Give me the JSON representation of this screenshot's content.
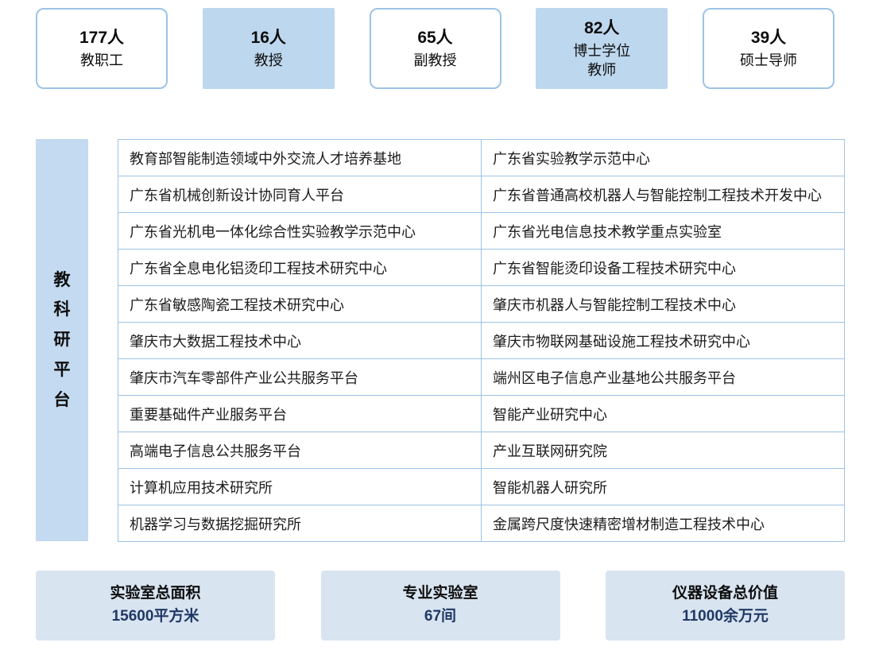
{
  "stats_top": [
    {
      "value": "177人",
      "label": "教职工"
    },
    {
      "value": "16人",
      "label": "教授"
    },
    {
      "value": "65人",
      "label": "副教授"
    },
    {
      "value": "82人",
      "label": "博士学位\n教师"
    },
    {
      "value": "39人",
      "label": "硕士导师"
    }
  ],
  "platform": {
    "side_label": "教\n科\n研\n平\n台",
    "rows": [
      [
        "教育部智能制造领域中外交流人才培养基地",
        "广东省实验教学示范中心"
      ],
      [
        "广东省机械创新设计协同育人平台",
        "广东省普通高校机器人与智能控制工程技术开发中心"
      ],
      [
        "广东省光机电一体化综合性实验教学示范中心",
        "广东省光电信息技术教学重点实验室"
      ],
      [
        "广东省全息电化铝烫印工程技术研究中心",
        "广东省智能烫印设备工程技术研究中心"
      ],
      [
        "广东省敏感陶瓷工程技术研究中心",
        "肇庆市机器人与智能控制工程技术中心"
      ],
      [
        "肇庆市大数据工程技术中心",
        "肇庆市物联网基础设施工程技术研究中心"
      ],
      [
        "肇庆市汽车零部件产业公共服务平台",
        "端州区电子信息产业基地公共服务平台"
      ],
      [
        "重要基础件产业服务平台",
        "智能产业研究中心"
      ],
      [
        "高端电子信息公共服务平台",
        "产业互联网研究院"
      ],
      [
        "计算机应用技术研究所",
        "智能机器人研究所"
      ],
      [
        "机器学习与数据挖掘研究所",
        "金属跨尺度快速精密增材制造工程技术中心"
      ]
    ]
  },
  "stats_bottom": [
    {
      "label": "实验室总面积",
      "value": "15600平方米"
    },
    {
      "label": "专业实验室",
      "value": "67间"
    },
    {
      "label": "仪器设备总价值",
      "value": "11000余万元"
    }
  ],
  "colors": {
    "fill_blue": "#bdd7ee",
    "outline_blue": "#9dc3e6",
    "side_label_bg": "#c3daf0",
    "bottom_bg": "#d9e4f1",
    "value_navy": "#1f3864"
  }
}
